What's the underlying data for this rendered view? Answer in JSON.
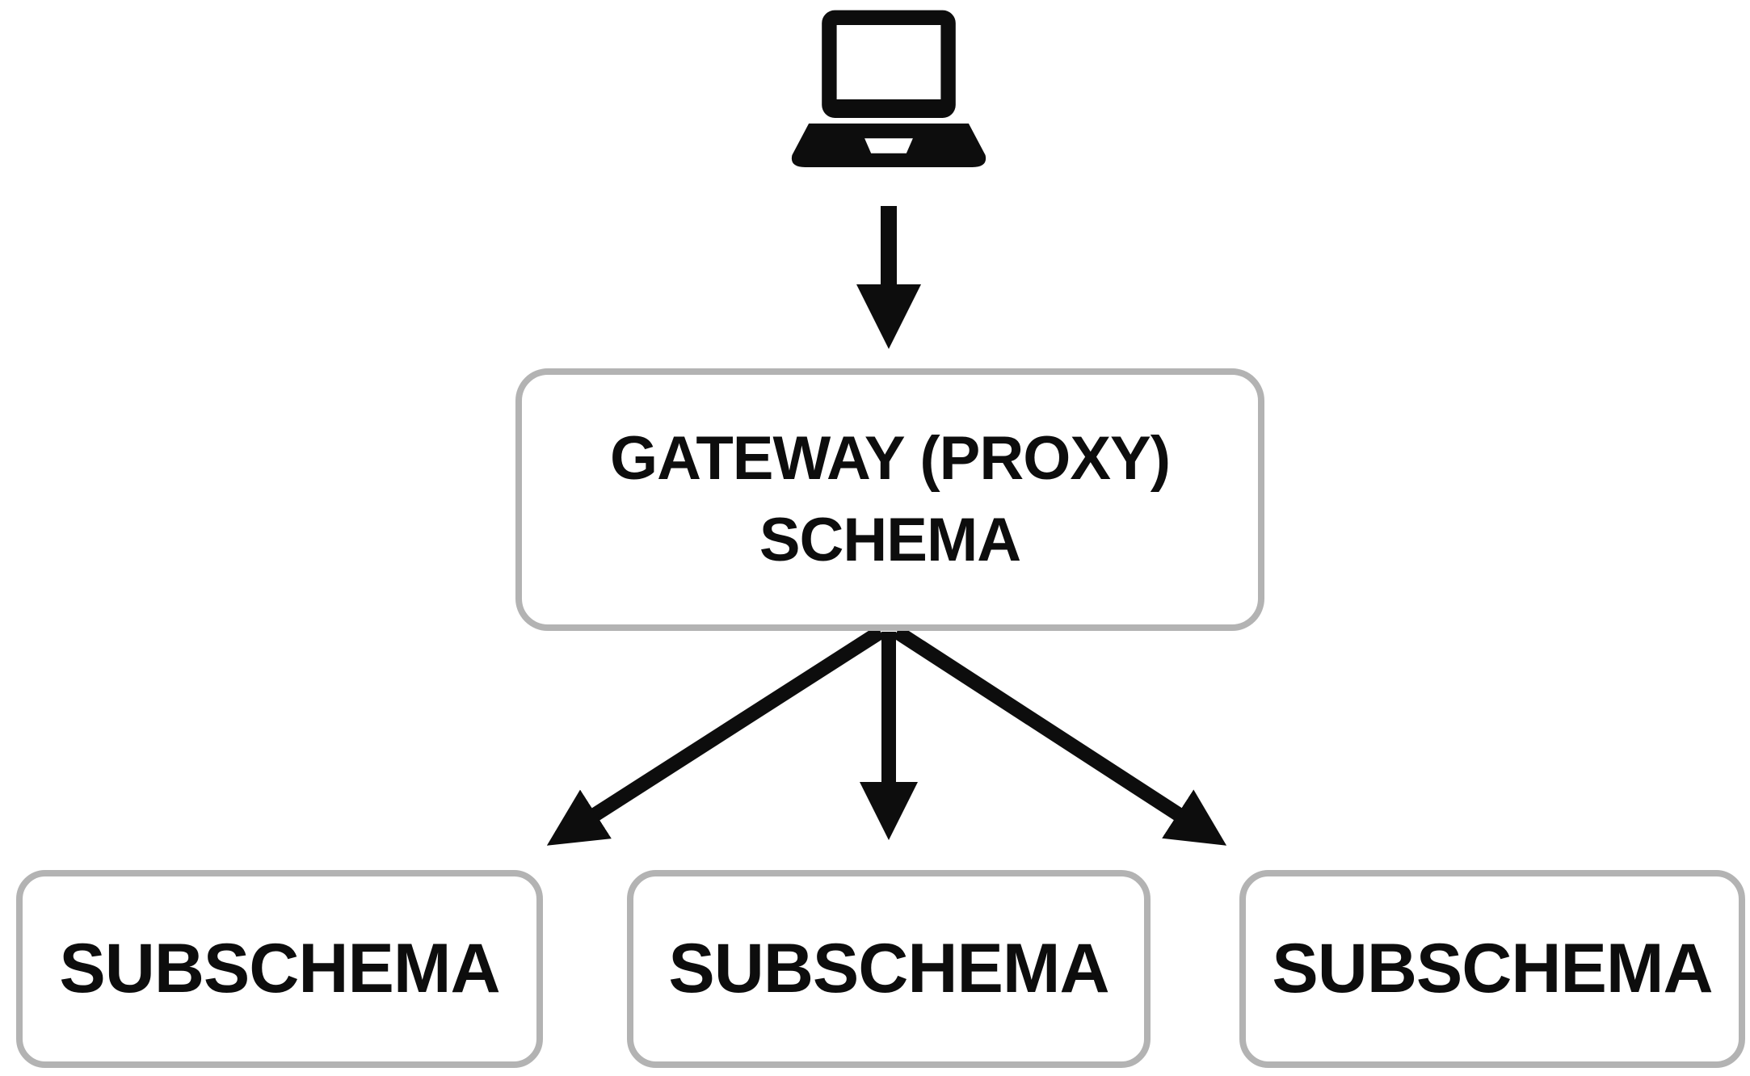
{
  "nodes": {
    "client": {
      "icon": "laptop-icon"
    },
    "gateway": {
      "line1": "GATEWAY (PROXY)",
      "line2": "SCHEMA"
    },
    "subschemas": [
      {
        "label": "SUBSCHEMA"
      },
      {
        "label": "SUBSCHEMA"
      },
      {
        "label": "SUBSCHEMA"
      }
    ]
  },
  "edges": [
    {
      "from": "client",
      "to": "gateway-schema"
    },
    {
      "from": "gateway-schema",
      "to": "subschema-1"
    },
    {
      "from": "gateway-schema",
      "to": "subschema-2"
    },
    {
      "from": "gateway-schema",
      "to": "subschema-3"
    }
  ],
  "colors": {
    "background": "#ffffff",
    "arrow": "#0d0d0d",
    "text": "#0d0d0d",
    "box_border": "#b3b3b3",
    "box_fill": "#ffffff"
  }
}
